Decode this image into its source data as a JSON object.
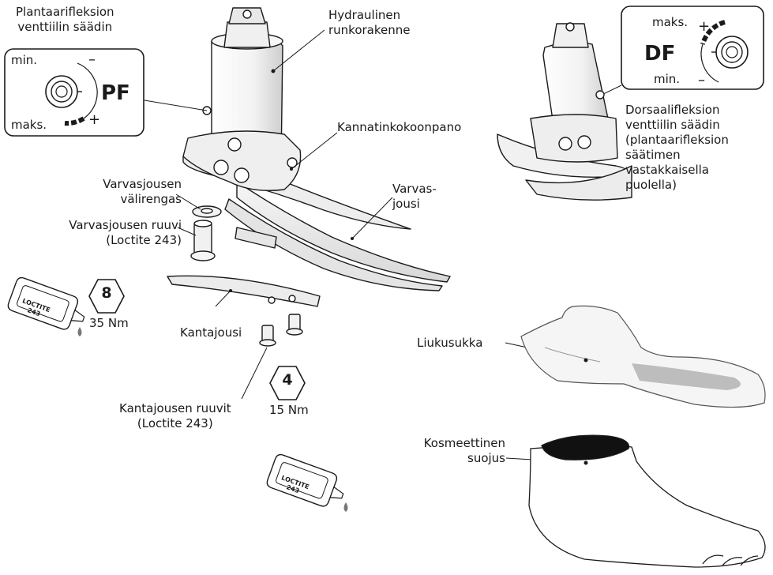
{
  "labels": {
    "pf_adjuster": "Plantaarifleksion\nventtiilin säädin",
    "hydraulic_body": "Hydraulinen\nrunkorakenne",
    "heel_assembly": "Kannatinkokoonpano",
    "toe_spring": "Varvas-\njousi",
    "toe_spring_washer": "Varvasjousen\nvälirengas",
    "toe_spring_screw": "Varvasjousen ruuvi\n(Loctite 243)",
    "heel_spring": "Kantajousi",
    "heel_spring_screws": "Kantajousen ruuvit\n(Loctite 243)",
    "df_adjuster": "Dorsaalifleksion\nventtiilin säädin\n(plantaarifleksion\nsäätimen\nvastakkaisella\npuolella)",
    "sock": "Liukusukka",
    "cosmetic_cover": "Kosmeettinen\nsuojus"
  },
  "pf_dial": {
    "min": "min.",
    "max": "maks.",
    "code": "PF",
    "minus": "–",
    "plus": "+"
  },
  "df_dial": {
    "min": "min.",
    "max": "maks.",
    "code": "DF",
    "minus": "–",
    "plus": "+"
  },
  "torque_toe": {
    "hex": "8",
    "value": "35 Nm"
  },
  "torque_heel": {
    "hex": "4",
    "value": "15 Nm"
  },
  "loctite": {
    "line1": "LOCTITE",
    "line2": "243"
  },
  "colors": {
    "line": "#1a1a1a",
    "part_fill": "#f4f4f4",
    "part_shade": "#d9d9d9",
    "cover_opening": "#111111"
  }
}
